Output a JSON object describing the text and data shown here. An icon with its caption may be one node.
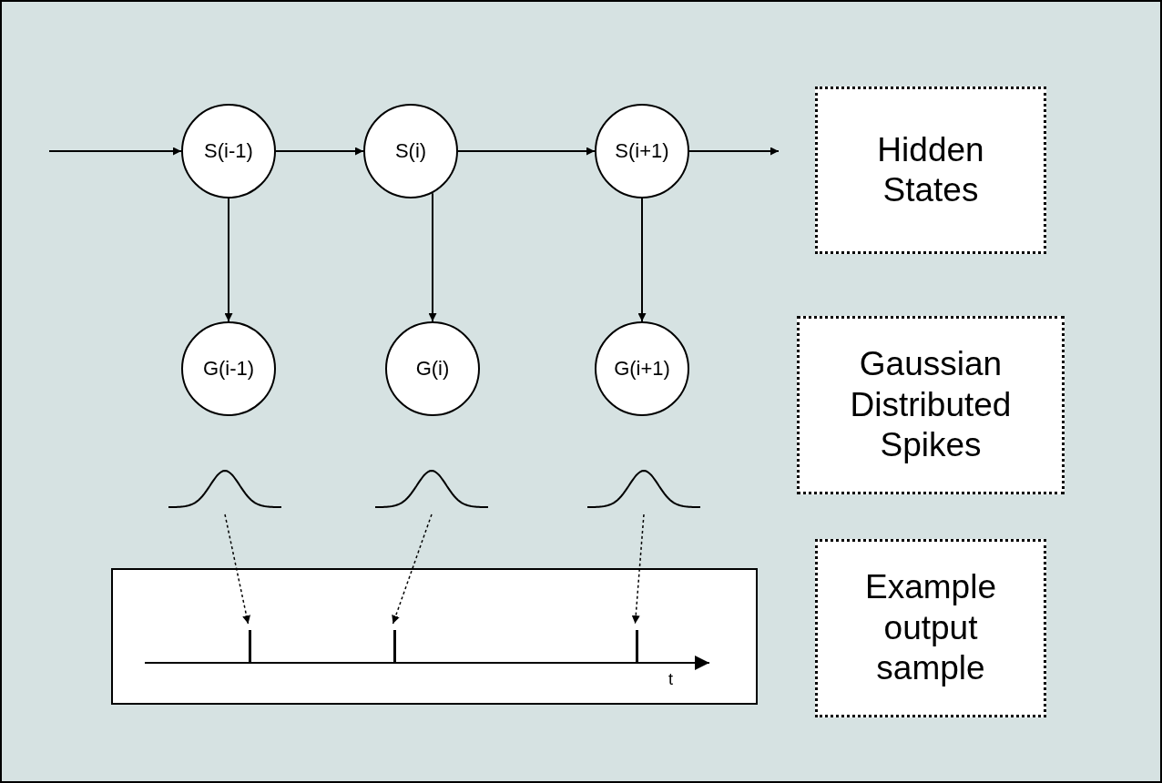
{
  "diagram": {
    "nodes": [
      {
        "text": [
          "S(i-1)"
        ]
      },
      {
        "text": [
          "S(i)"
        ]
      },
      {
        "text": [
          "S(i+1)"
        ]
      },
      {
        "text": [
          "Hidden States"
        ]
      },
      {
        "text": [
          "G(i-1)"
        ]
      },
      {
        "text": [
          "G(i)"
        ]
      },
      {
        "text": [
          "G(i+1)"
        ]
      },
      {
        "text": [
          "Gaussian Distributed Spikes"
        ]
      },
      {
        "text": [],
        "shape": "curve"
      },
      {
        "text": [],
        "shape": "curve"
      },
      {
        "text": [],
        "shape": "curve"
      },
      {
        "text": [],
        "shape": "box"
      },
      {
        "text": [],
        "shape": "bar",
        "in": 11
      },
      {
        "text": [],
        "shape": "bar",
        "in": 11
      },
      {
        "text": [],
        "shape": "bar",
        "in": 11
      },
      {
        "text": [
          "Example output sample"
        ]
      }
    ],
    "edges": [
      {
        "from": null,
        "to": 0,
        "arrow": "to"
      },
      {
        "from": 0,
        "to": 1,
        "arrow": "to"
      },
      {
        "from": 1,
        "to": 2,
        "arrow": "to"
      },
      {
        "from": 2,
        "to": null,
        "arrow": "to"
      },
      {
        "from": 0,
        "to": 4,
        "arrow": "to"
      },
      {
        "from": 1,
        "to": 5,
        "arrow": "to"
      },
      {
        "from": 2,
        "to": 6,
        "arrow": "to"
      },
      {
        "from": 8,
        "to": 12,
        "arrow": "to",
        "style": "dashed"
      },
      {
        "from": 9,
        "to": 13,
        "arrow": "to",
        "style": "dashed"
      },
      {
        "from": 10,
        "to": 14,
        "arrow": "to",
        "style": "dashed"
      }
    ],
    "labels": [
      "t"
    ]
  }
}
